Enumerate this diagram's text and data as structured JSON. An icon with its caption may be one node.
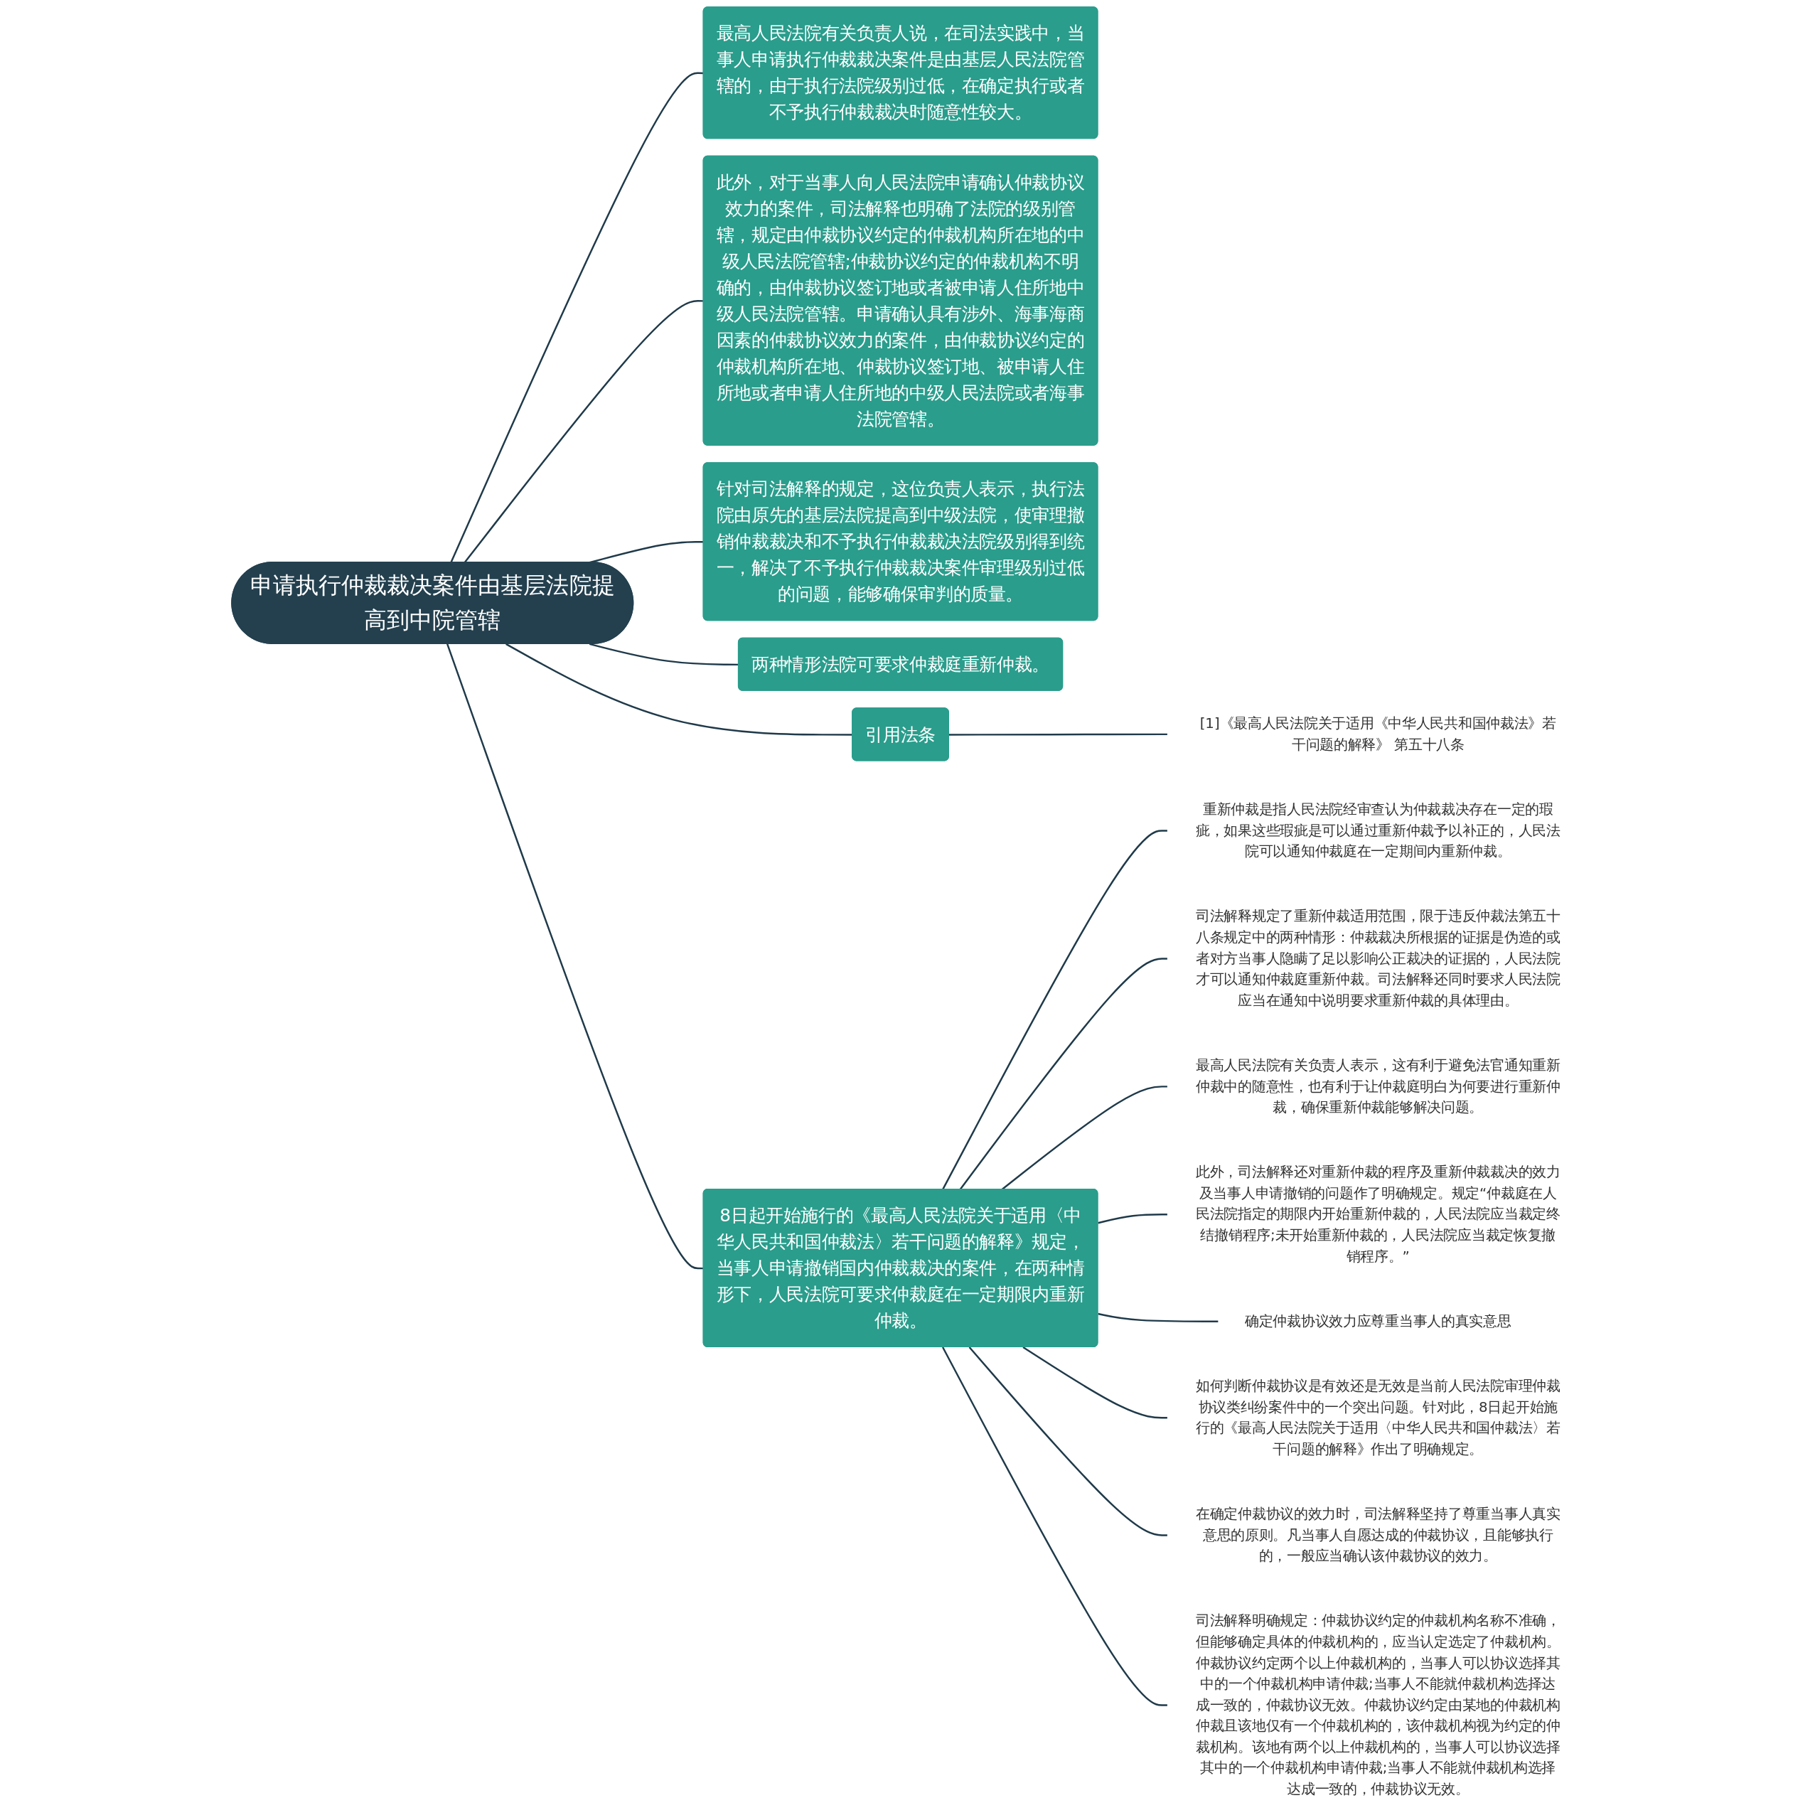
{
  "diagram": {
    "nodes": [
      {
        "text": [
          "申请执行仲裁裁决案件由基层法院提高到中院管辖"
        ]
      },
      {
        "text": [
          "最高人民法院有关负责人说，在司法实践中，当事人申请执行仲裁裁决案件是由基层人民法院管辖的，由于执行法院级别过低，在确定执行或者不予执行仲裁裁决时随意性较大。"
        ]
      },
      {
        "text": [
          "此外，对于当事人向人民法院申请确认仲裁协议效力的案件，司法解释也明确了法院的级别管辖，规定由仲裁协议约定的仲裁机构所在地的中级人民法院管辖;仲裁协议约定的仲裁机构不明确的，由仲裁协议签订地或者被申请人住所地中级人民法院管辖。申请确认具有涉外、海事海商因素的仲裁协议效力的案件，由仲裁协议约定的仲裁机构所在地、仲裁协议签订地、被申请人住所地或者申请人住所地的中级人民法院或者海事法院管辖。"
        ]
      },
      {
        "text": [
          "针对司法解释的规定，这位负责人表示，执行法院由原先的基层法院提高到中级法院，使审理撤销仲裁裁决和不予执行仲裁裁决法院级别得到统一，解决了不予执行仲裁裁决案件审理级别过低的问题，能够确保审判的质量。"
        ]
      },
      {
        "text": [
          "两种情形法院可要求仲裁庭重新仲裁。"
        ]
      },
      {
        "text": [
          "引用法条"
        ]
      },
      {
        "text": [
          "[1]《最高人民法院关于适用《中华人民共和国仲裁法》若干问题的解释》 第五十八条"
        ]
      },
      {
        "text": [
          "8日起开始施行的《最高人民法院关于适用〈中华人民共和国仲裁法〉若干问题的解释》规定，当事人申请撤销国内仲裁裁决的案件，在两种情形下，人民法院可要求仲裁庭在一定期限内重新仲裁。"
        ]
      },
      {
        "text": [
          "重新仲裁是指人民法院经审查认为仲裁裁决存在一定的瑕疵，如果这些瑕疵是可以通过重新仲裁予以补正的，人民法院可以通知仲裁庭在一定期间内重新仲裁。"
        ]
      },
      {
        "text": [
          "司法解释规定了重新仲裁适用范围，限于违反仲裁法第五十八条规定中的两种情形：仲裁裁决所根据的证据是伪造的或者对方当事人隐瞒了足以影响公正裁决的证据的，人民法院才可以通知仲裁庭重新仲裁。司法解释还同时要求人民法院应当在通知中说明要求重新仲裁的具体理由。"
        ]
      },
      {
        "text": [
          "最高人民法院有关负责人表示，这有利于避免法官通知重新仲裁中的随意性，也有利于让仲裁庭明白为何要进行重新仲裁，确保重新仲裁能够解决问题。"
        ]
      },
      {
        "text": [
          "此外，司法解释还对重新仲裁的程序及重新仲裁裁决的效力及当事人申请撤销的问题作了明确规定。规定“仲裁庭在人民法院指定的期限内开始重新仲裁的，人民法院应当裁定终结撤销程序;未开始重新仲裁的，人民法院应当裁定恢复撤销程序。”"
        ]
      },
      {
        "text": [
          "确定仲裁协议效力应尊重当事人的真实意思"
        ]
      },
      {
        "text": [
          "如何判断仲裁协议是有效还是无效是当前人民法院审理仲裁协议类纠纷案件中的一个突出问题。针对此，8日起开始施行的《最高人民法院关于适用〈中华人民共和国仲裁法〉若干问题的解释》作出了明确规定。"
        ]
      },
      {
        "text": [
          "在确定仲裁协议的效力时，司法解释坚持了尊重当事人真实意思的原则。凡当事人自愿达成的仲裁协议，且能够执行的，一般应当确认该仲裁协议的效力。"
        ]
      },
      {
        "text": [
          "司法解释明确规定：仲裁协议约定的仲裁机构名称不准确，但能够确定具体的仲裁机构的，应当认定选定了仲裁机构。仲裁协议约定两个以上仲裁机构的，当事人可以协议选择其中的一个仲裁机构申请仲裁;当事人不能就仲裁机构选择达成一致的，仲裁协议无效。仲裁协议约定由某地的仲裁机构仲裁且该地仅有一个仲裁机构的，该仲裁机构视为约定的仲裁机构。该地有两个以上仲裁机构的，当事人可以协议选择其中的一个仲裁机构申请仲裁;当事人不能就仲裁机构选择达成一致的，仲裁协议无效。"
        ]
      }
    ],
    "edges": [
      {
        "from": 0,
        "to": 1,
        "arrow": "none"
      },
      {
        "from": 0,
        "to": 2,
        "arrow": "none"
      },
      {
        "from": 0,
        "to": 3,
        "arrow": "none"
      },
      {
        "from": 0,
        "to": 4,
        "arrow": "none"
      },
      {
        "from": 0,
        "to": 5,
        "arrow": "none"
      },
      {
        "from": 5,
        "to": 6,
        "arrow": "none"
      },
      {
        "from": 0,
        "to": 7,
        "arrow": "none"
      },
      {
        "from": 7,
        "to": 8,
        "arrow": "none"
      },
      {
        "from": 7,
        "to": 9,
        "arrow": "none"
      },
      {
        "from": 7,
        "to": 10,
        "arrow": "none"
      },
      {
        "from": 7,
        "to": 11,
        "arrow": "none"
      },
      {
        "from": 7,
        "to": 12,
        "arrow": "none"
      },
      {
        "from": 7,
        "to": 13,
        "arrow": "none"
      },
      {
        "from": 7,
        "to": 14,
        "arrow": "none"
      },
      {
        "from": 7,
        "to": 15,
        "arrow": "none"
      }
    ]
  }
}
